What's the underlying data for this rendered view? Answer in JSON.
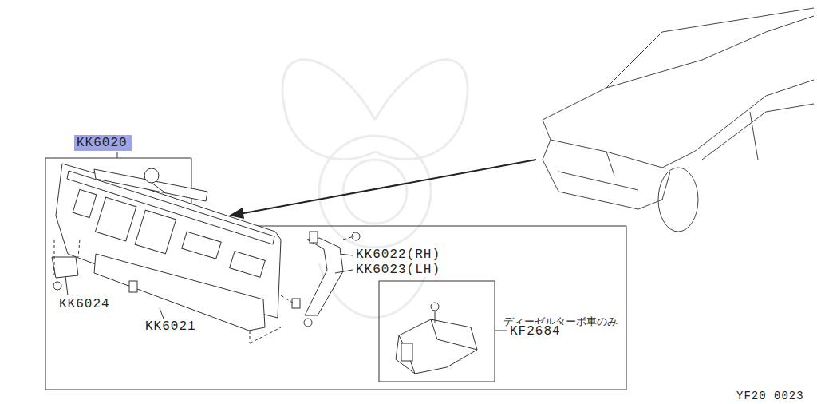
{
  "diagram": {
    "nodes": [
      {
        "text": [
          "KK6020"
        ]
      }
    ],
    "labels": [
      "KK6022(RH)",
      "KK6023(LH)",
      "KK6024",
      "KK6021",
      "ディーゼルターボ車のみ",
      "KF2684",
      "YF20 0023"
    ]
  }
}
